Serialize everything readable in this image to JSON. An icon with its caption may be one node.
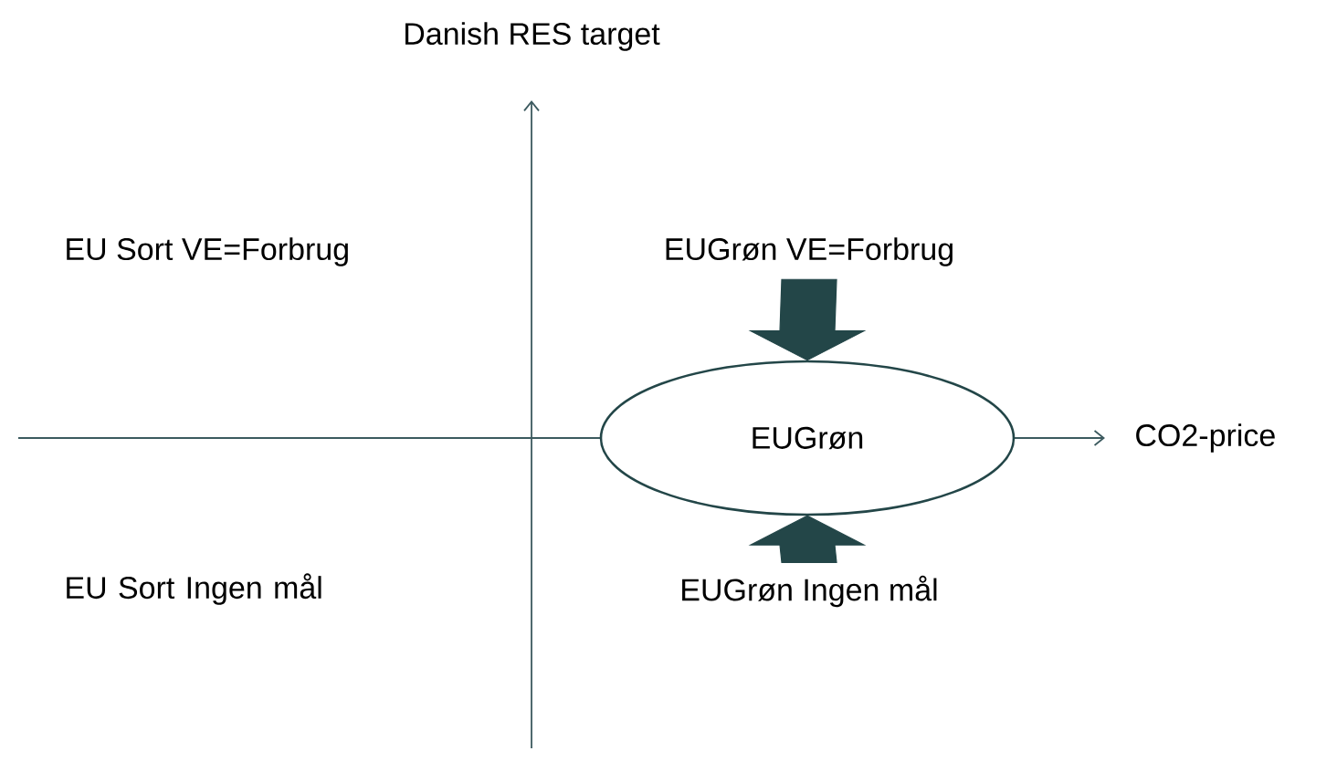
{
  "diagram": {
    "title": "Danish RES target",
    "nodes": [
      {
        "text": [
          "EUGrøn VE=Forbrug"
        ]
      },
      {
        "text": [
          "EUGrøn"
        ]
      },
      {
        "text": [
          "EUGrøn Ingen mål"
        ]
      }
    ],
    "edges": [
      {
        "from": 0,
        "to": 1,
        "arrow": "to"
      },
      {
        "from": 2,
        "to": 1,
        "arrow": "to"
      }
    ],
    "labels": [
      "CO2-price",
      "EU Sort VE=Forbrug",
      "EU Sort Ingen mål"
    ]
  }
}
